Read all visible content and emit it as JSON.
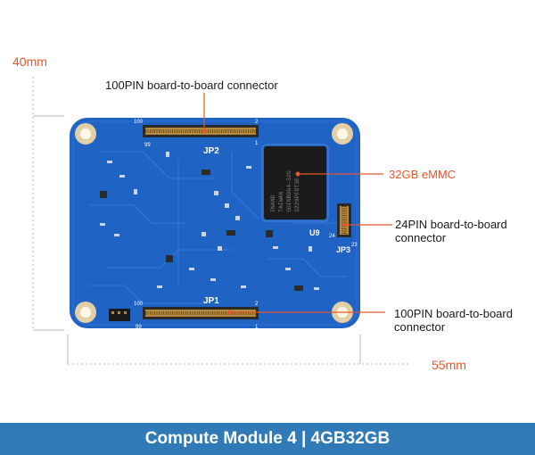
{
  "dimensions": {
    "height_label": "40mm",
    "width_label": "55mm"
  },
  "callouts": {
    "top_connector": "100PIN board-to-board connector",
    "emmc": "32GB eMMC",
    "pin24_line1": "24PIN board-to-board",
    "pin24_line2": "connector",
    "bottom_line1": "100PIN board-to-board",
    "bottom_line2": "connector"
  },
  "board": {
    "jp2_label": "JP2",
    "jp1_label": "JP1",
    "jp3_label": "JP3",
    "u9_label": "U9",
    "pin_100": "100",
    "pin_99": "99",
    "pin_2": "2",
    "pin_1": "1",
    "pin_24": "24",
    "pin_23": "23",
    "chip_line1": "INAND",
    "chip_line2": "TAIWAN",
    "chip_line3": "SDINBDG4-32G",
    "chip_line4": "3226PF8T3E"
  },
  "banner": {
    "title": "Compute Module 4 | 4GB32GB"
  },
  "colors": {
    "accent": "#e4572e",
    "board": "#1f63c4",
    "banner": "#2f7ab7"
  }
}
